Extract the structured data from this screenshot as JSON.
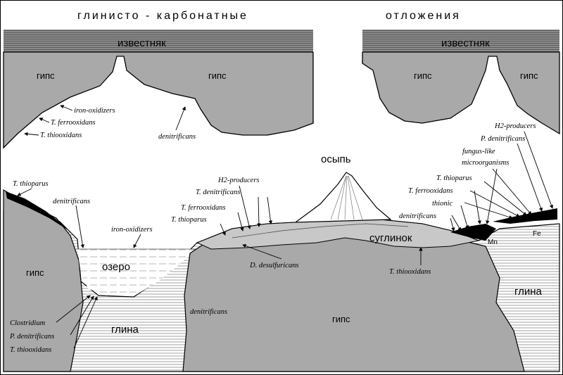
{
  "title": {
    "left": "глинисто - карбонатные",
    "right": "отложения"
  },
  "rocks": {
    "limestone_left": "известняк",
    "limestone_right": "известняк",
    "gypsum_top_1": "гипс",
    "gypsum_top_2": "гипс",
    "gypsum_top_3": "гипс",
    "gypsum_top_4": "гипс",
    "gypsum_left": "гипс",
    "gypsum_bottom": "гипс",
    "clay_left": "глина",
    "clay_right": "глина",
    "scree": "осыпь",
    "loam": "суглинок",
    "lake": "озеро"
  },
  "elements": {
    "mn": "Mn",
    "fe": "Fe"
  },
  "bacteria": {
    "iron_oxidizers_top": "iron-oxidizers",
    "t_ferrooxidans_top": "T. ferrooxidans",
    "t_thiooxidans_top": "T. thiooxidans",
    "denitrificans_top": "denitrificans",
    "t_thioparus_left": "T. thioparus",
    "denitrificans_left": "denitrificans",
    "iron_oxidizers_lake": "iron-oxidizers",
    "h2_producers_mid": "H2-producers",
    "t_denitrificans_mid": "T. denitrificans",
    "t_ferrooxidans_mid": "T. ferrooxidans",
    "t_thioparus_mid": "T. thioparus",
    "d_desulfuricans": "D. desulfuricans",
    "t_thiooxidans_right": "T. thiooxidans",
    "clostridium": "Clostridium",
    "p_denitrificans_left": "P. denitrificans",
    "t_thiooxidans_left": "T. thiooxidans",
    "denitrificans_gypsum": "denitrificans",
    "h2_producers_right": "H2-producers",
    "p_denitrificans_right": "P. denitrificans",
    "fungus_like_1": "fungus-like",
    "fungus_like_2": "microorganisms",
    "t_thioparus_right": "T. thioparus",
    "t_ferrooxidans_right": "T. ferrooxidans",
    "thionic": "thionic",
    "denitrificans_right": "denitrificans"
  },
  "colors": {
    "rock": "#a9a9a9",
    "loam": "#c8c8c8",
    "limestone": "#7d7d7d",
    "lines": "#555555",
    "deposit": "#000000"
  }
}
